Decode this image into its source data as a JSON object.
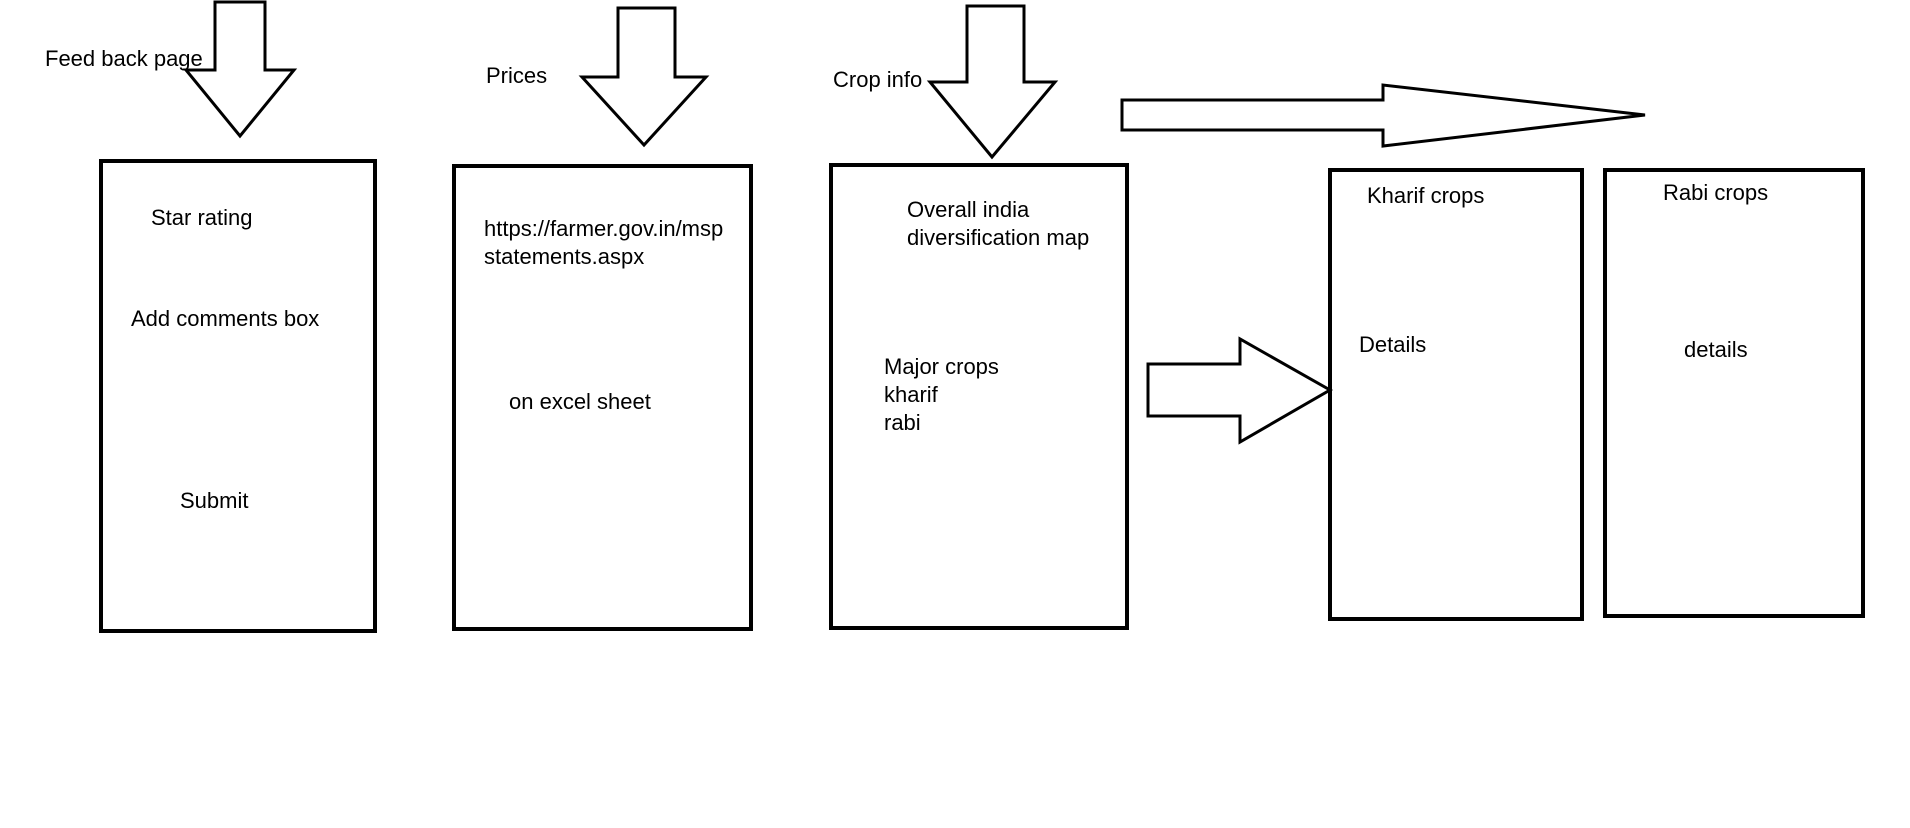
{
  "colors": {
    "stroke": "#000000",
    "background": "#ffffff",
    "text": "#000000"
  },
  "feedback": {
    "title": "Feed back page",
    "star_rating": "Star rating",
    "comments": "Add comments box",
    "submit": "Submit"
  },
  "prices": {
    "title": "Prices",
    "url_line1": "https://farmer.gov.in/msp",
    "url_line2": "statements.aspx",
    "excel": "on excel sheet"
  },
  "crop_info": {
    "title": "Crop info",
    "map_line1": "Overall india",
    "map_line2": "diversification map",
    "major_crops": "Major crops",
    "kharif": "kharif",
    "rabi": "rabi"
  },
  "kharif_page": {
    "title": "Kharif crops",
    "details": "Details"
  },
  "rabi_page": {
    "title": "Rabi crops",
    "details": "details"
  },
  "icons": {
    "down_arrow": "down-arrow-icon",
    "right_arrow": "right-arrow-icon"
  }
}
